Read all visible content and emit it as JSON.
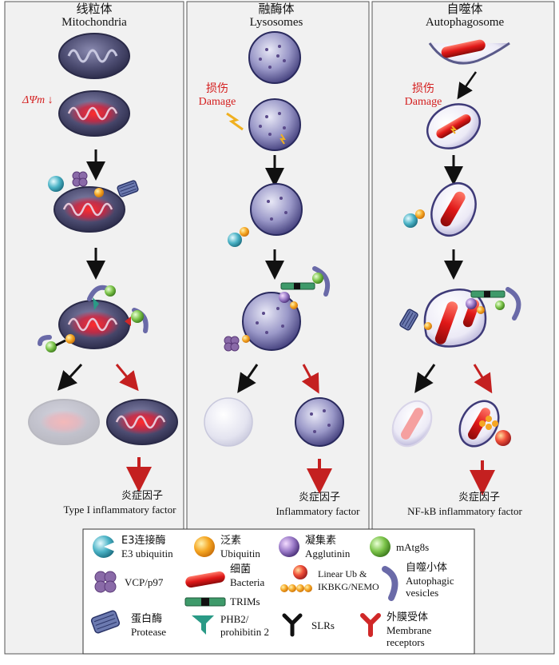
{
  "columns": [
    {
      "title_zh": "线粒体",
      "title_en": "Mitochondria",
      "marker": "ΔΨm",
      "factor_zh": "炎症因子",
      "factor_en": "Type I inflammatory factor"
    },
    {
      "title_zh": "融酶体",
      "title_en": "Lysosomes",
      "damage_zh": "损伤",
      "damage_en": "Damage",
      "factor_zh": "炎症因子",
      "factor_en": "Inflammatory factor"
    },
    {
      "title_zh": "自噬体",
      "title_en": "Autophagosome",
      "damage_zh": "损伤",
      "damage_en": "Damage",
      "factor_zh": "炎症因子",
      "factor_en": "NF-kB inflammatory factor"
    }
  ],
  "legend": [
    {
      "zh": "E3连接酶",
      "en": "E3 ubiquitin",
      "icon": "e3-ligase-icon"
    },
    {
      "zh": "泛素",
      "en": "Ubiquitin",
      "icon": "ubiquitin-icon"
    },
    {
      "zh": "凝集素",
      "en": "Agglutinin",
      "icon": "agglutinin-icon"
    },
    {
      "en": "mAtg8s",
      "icon": "matg8s-icon"
    },
    {
      "en": "VCP/p97",
      "icon": "vcp-p97-icon"
    },
    {
      "zh": "细菌",
      "en": "Bacteria",
      "icon": "bacteria-icon"
    },
    {
      "en": "Linear Ub &",
      "en2": "IKBKG/NEMO",
      "icon": "linear-ub-icon"
    },
    {
      "zh": "自噬小体",
      "en": "Autophagic",
      "en2": "vesicles",
      "icon": "autophagic-vesicle-icon"
    },
    {
      "en": "TRIMs",
      "icon": "trims-icon"
    },
    {
      "zh": "蛋白酶",
      "en": "Protease",
      "icon": "protease-icon"
    },
    {
      "en": "PHB2/",
      "en2": "prohibitin 2",
      "icon": "phb2-icon"
    },
    {
      "en": "SLRs",
      "icon": "slr-icon"
    },
    {
      "zh": "外膜受体",
      "en": "Membrane",
      "en2": "receptors",
      "icon": "membrane-receptor-icon"
    }
  ],
  "colors": {
    "panel_bg": "#f1f1f1",
    "mito": "#4a4a6e",
    "lyso": "#4f4a8c",
    "red_accent": "#d42020",
    "ubiquitin": "#f5a623",
    "e3": "#4bb3c6",
    "matg8": "#7cc44a",
    "vcp": "#8a6aa8",
    "trim": "#3e9a6a",
    "receptor": "#d02828",
    "phb2": "#2a9a86"
  }
}
